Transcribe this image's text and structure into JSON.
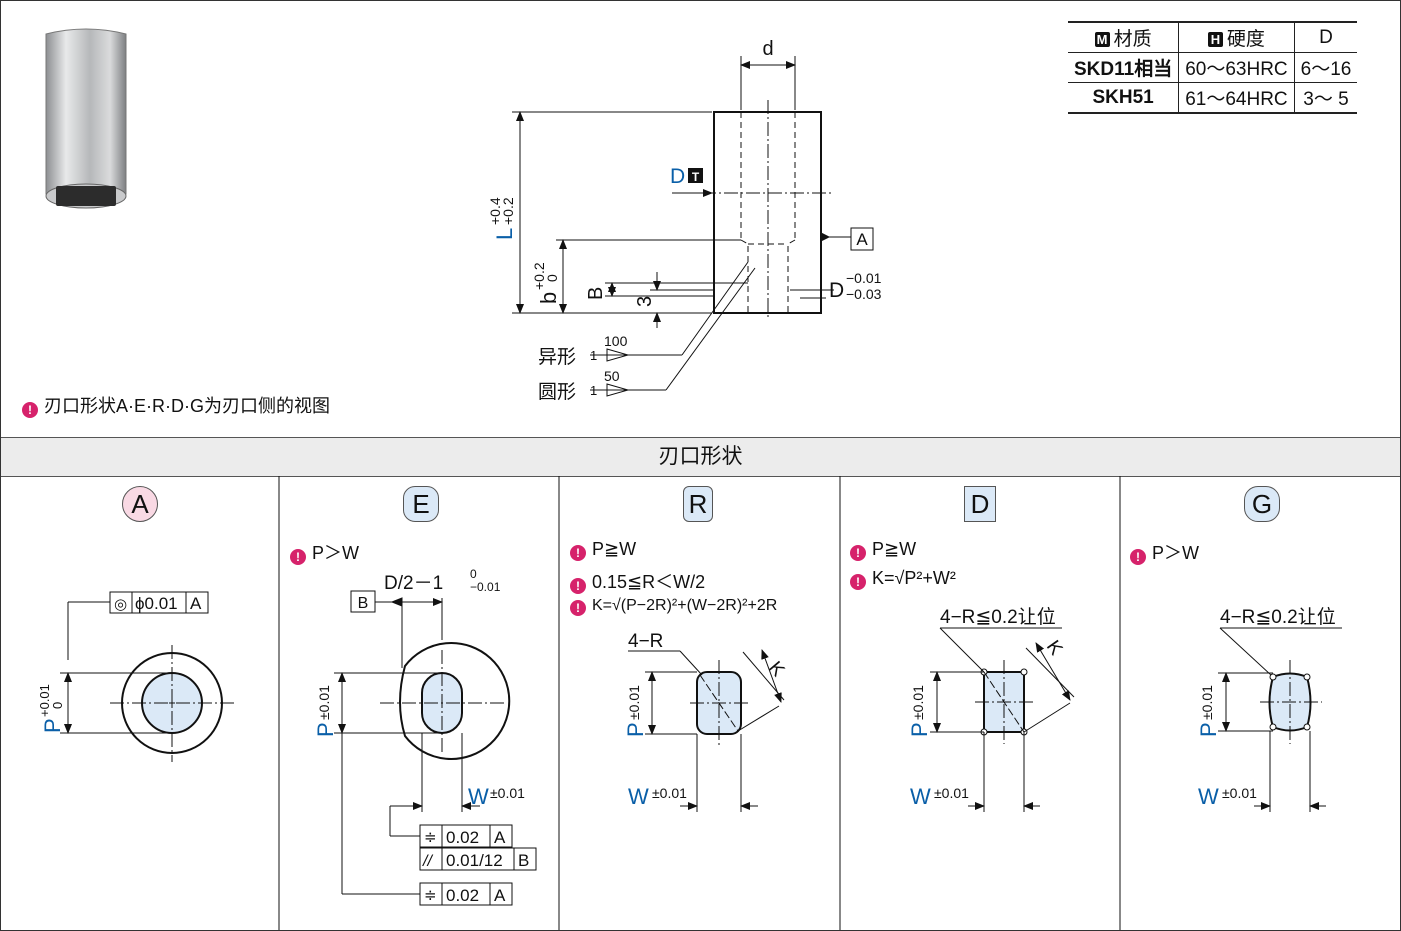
{
  "material_table": {
    "headers": [
      {
        "badge": "M",
        "label": "材质"
      },
      {
        "badge": "H",
        "label": "硬度"
      },
      {
        "badge": "",
        "label": "D"
      }
    ],
    "rows": [
      [
        "SKD11相当",
        "60～63HRC",
        "6～16"
      ],
      [
        "SKH51",
        "61～64HRC",
        "3～ 5"
      ]
    ]
  },
  "note_view": "刃口形状A·E·R·D·G为刃口侧的视图",
  "section_title": "刃口形状",
  "drawing": {
    "d": "d",
    "D_label": "D",
    "D_badge": "T",
    "L": "L",
    "L_tol_upper": "+0.4",
    "L_tol_lower": "+0.2",
    "b": "b",
    "b_tol_upper": "+0.2",
    "b_tol_lower": "0",
    "B": "B",
    "three": "3",
    "datum_A": "A",
    "D_tol_label": "D",
    "D_tol_upper": "−0.01",
    "D_tol_lower": "−0.03",
    "rough1_label": "异形",
    "rough1_a": "1",
    "rough1_b": "100",
    "rough2_label": "圆形",
    "rough2_a": "1",
    "rough2_b": "50"
  },
  "shapes": {
    "A": {
      "head": "A",
      "head_color": "#f9d9e4",
      "P": "P",
      "P_upper": "+0.01",
      "P_lower": "0",
      "fcf_sym": "◎",
      "fcf_val": "ϕ0.01",
      "fcf_ref": "A"
    },
    "E": {
      "head": "E",
      "head_color": "#dbe9f7",
      "cond": "P＞W",
      "top_dim": "D/2－1",
      "top_upper": "0",
      "top_lower": "−0.01",
      "datum_B": "B",
      "P": "P",
      "P_tol": "±0.01",
      "W": "W",
      "W_tol": "±0.01",
      "fcf1_sym": "≑",
      "fcf1_val": "0.02",
      "fcf1_ref": "A",
      "fcf2_sym": "//",
      "fcf2_val": "0.01/12",
      "fcf2_ref": "B",
      "fcf3_sym": "≑",
      "fcf3_val": "0.02",
      "fcf3_ref": "A"
    },
    "R": {
      "head": "R",
      "head_color": "#dbe9f7",
      "cond1": "P≧W",
      "cond2": "0.15≦R＜W/2",
      "cond3": "K=√(P−2R)²+(W−2R)²+2R",
      "corner": "4−R",
      "K": "K",
      "P": "P",
      "P_tol": "±0.01",
      "W": "W",
      "W_tol": "±0.01"
    },
    "D": {
      "head": "D",
      "head_color": "#dbe9f7",
      "cond1": "P≧W",
      "cond2": "K=√P²+W²",
      "corner": "4−R≦0.2让位",
      "K": "K",
      "P": "P",
      "P_tol": "±0.01",
      "W": "W",
      "W_tol": "±0.01"
    },
    "G": {
      "head": "G",
      "head_color": "#dbe9f7",
      "cond": "P＞W",
      "corner": "4−R≦0.2让位",
      "P": "P",
      "P_tol": "±0.01",
      "W": "W",
      "W_tol": "±0.01"
    }
  },
  "colors": {
    "accent_blue": "#0a5fa8",
    "note_pin": "#d6226b",
    "fill_light": "#dbe9f7"
  }
}
